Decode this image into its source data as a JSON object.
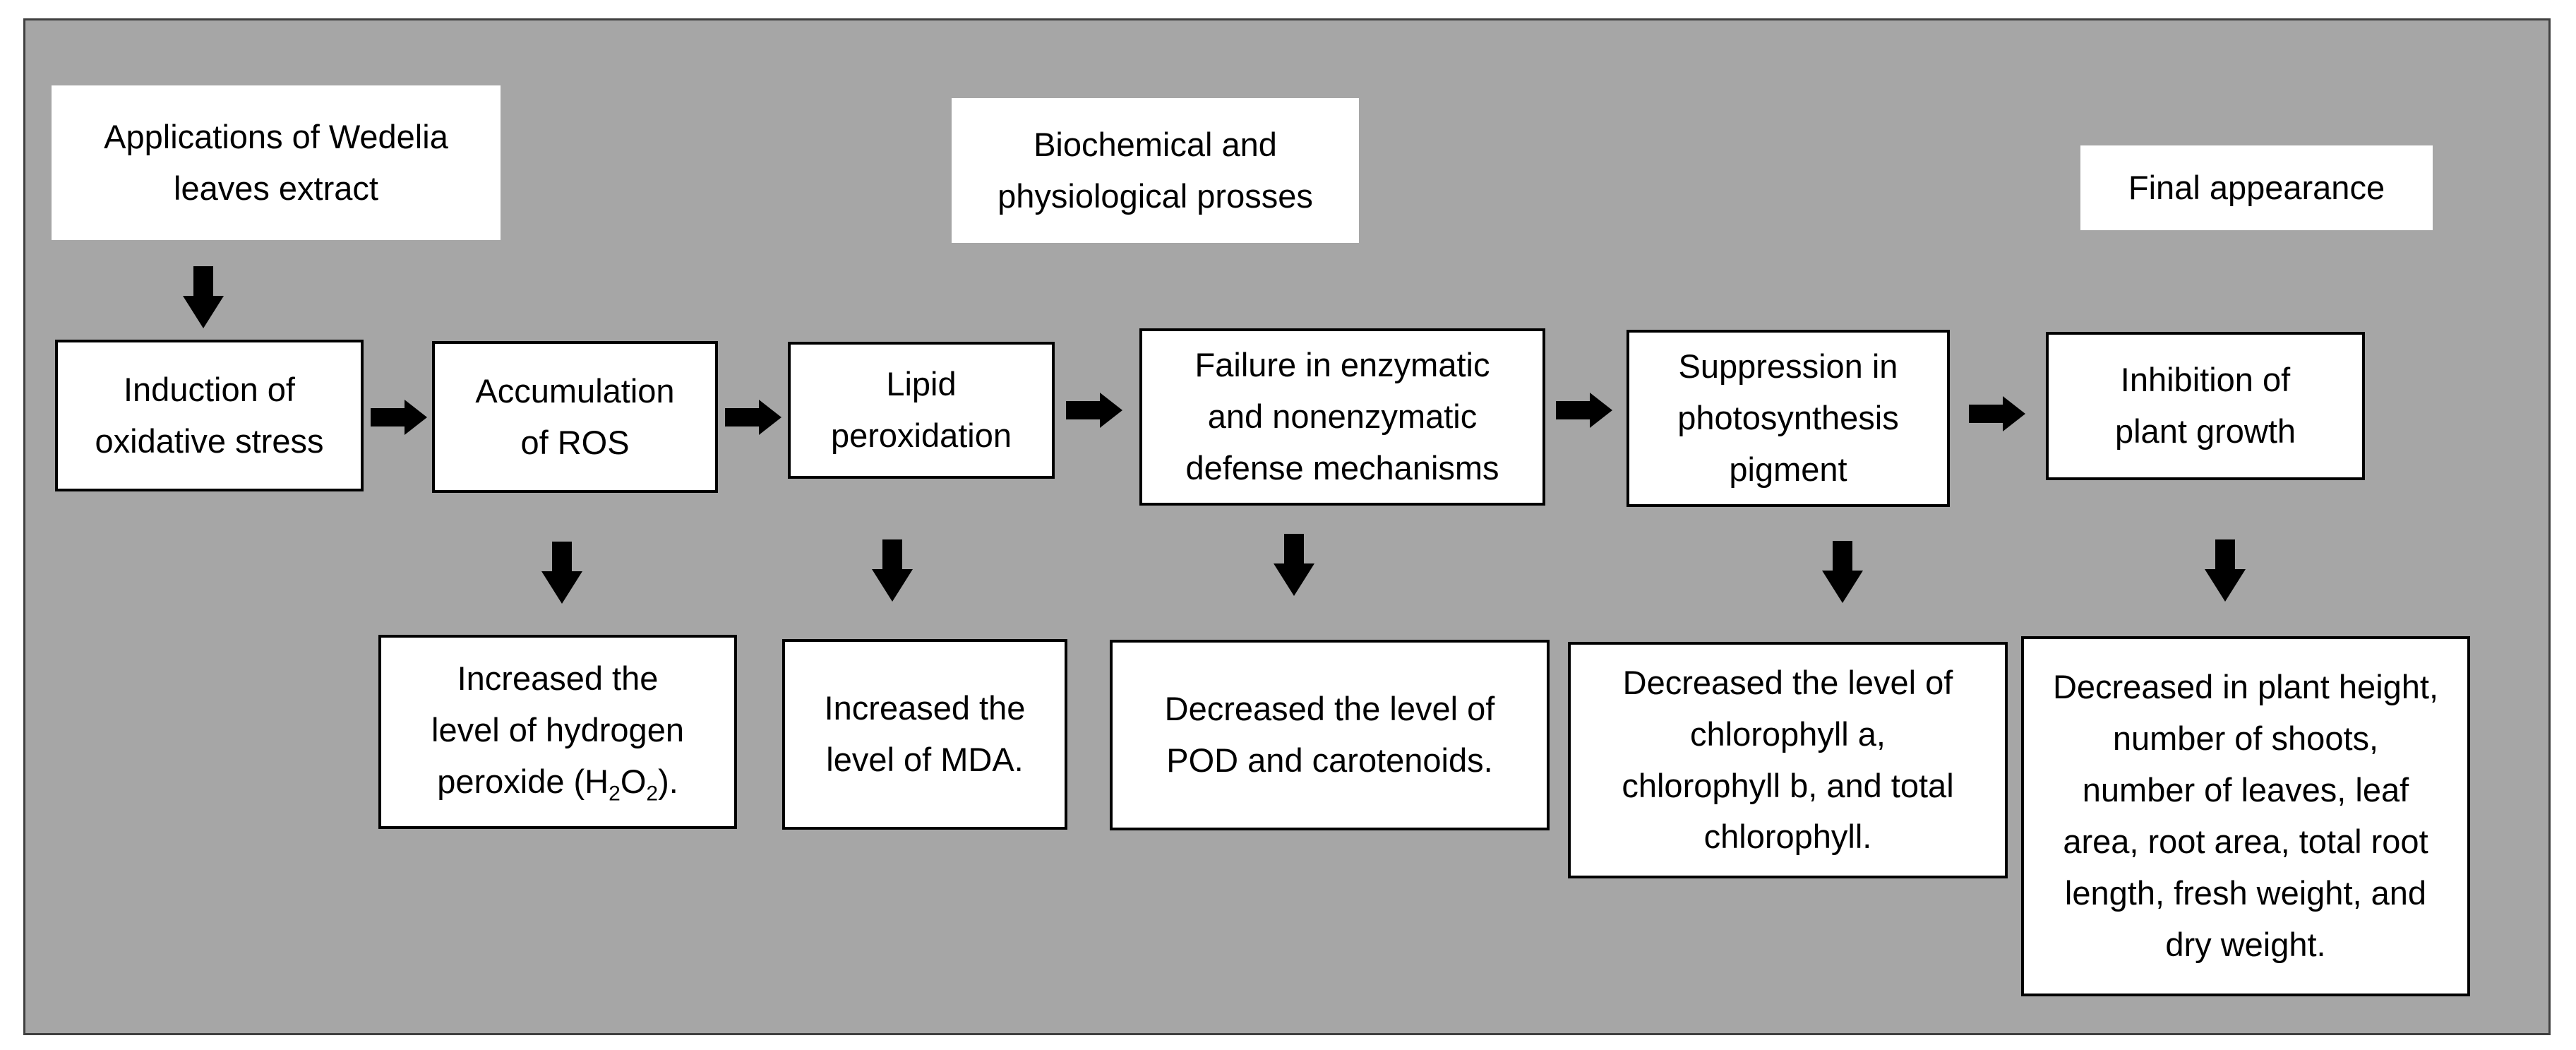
{
  "headers": {
    "applications": "Applications of Wedelia\nleaves extract",
    "biochemical": "Biochemical and\nphysiological prosses",
    "final": "Final appearance"
  },
  "process": [
    {
      "label": "Induction of\noxidative stress"
    },
    {
      "label": "Accumulation\nof ROS"
    },
    {
      "label": "Lipid\nperoxidation"
    },
    {
      "label": "Failure in enzymatic\nand nonenzymatic\ndefense mechanisms"
    },
    {
      "label": "Suppression in\nphotosynthesis\npigment"
    },
    {
      "label": "Inhibition of\nplant growth"
    }
  ],
  "outcomes": [
    {
      "line1": "Increased the\nlevel of hydrogen\nperoxide (H",
      "sub1": "2",
      "mid": "O",
      "sub2": "2",
      "end": ")."
    },
    {
      "label": "Increased the\nlevel of MDA."
    },
    {
      "label": "Decreased the level of\nPOD and carotenoids."
    },
    {
      "label": "Decreased the level of\nchlorophyll a,\nchlorophyll b, and total\nchlorophyll."
    },
    {
      "label": "Decreased in plant height,\nnumber of shoots,\nnumber of leaves, leaf\narea, root area, total root\nlength, fresh weight, and\ndry weight."
    }
  ],
  "colors": {
    "panel": "#a6a6a6",
    "box": "#ffffff",
    "arrow": "#000000",
    "border": "#000000"
  },
  "icons": {
    "right": "arrow-right-icon",
    "down": "arrow-down-icon"
  }
}
